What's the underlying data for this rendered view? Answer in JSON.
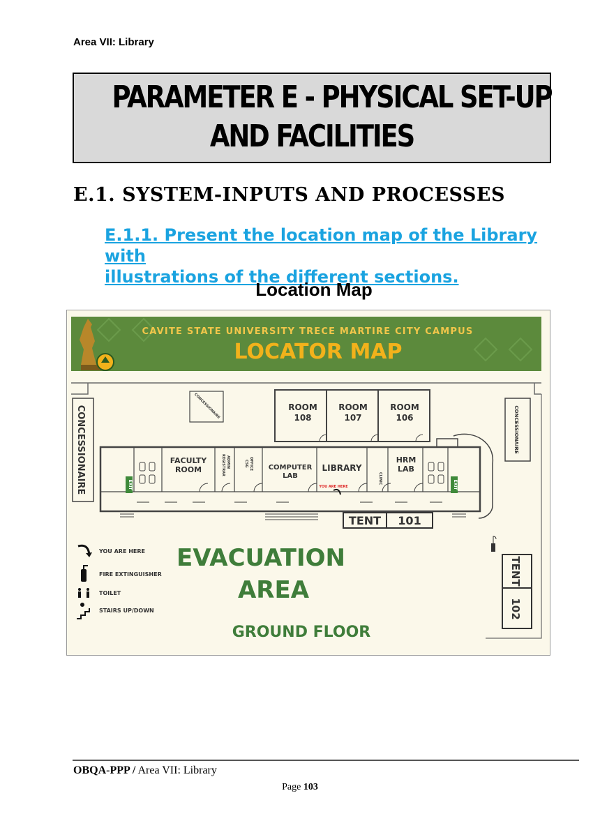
{
  "header": {
    "running_head": "Area VII: Library"
  },
  "parameter_box": {
    "line1": "PARAMETER E - PHYSICAL SET-UP",
    "line2": "AND FACILITIES"
  },
  "section": {
    "heading": "E.1. SYSTEM-INPUTS AND PROCESSES"
  },
  "subsection": {
    "line1": "E.1.1. Present the location map of the Library with",
    "line2": "illustrations of the different sections."
  },
  "map_caption": "Location Map",
  "map": {
    "campus_title": "CAVITE STATE UNIVERSITY TRECE MARTIRE CITY CAMPUS",
    "map_title": "LOCATOR MAP",
    "concessionaire": "CONCESSIONAIRE",
    "rooms": [
      {
        "line1": "ROOM",
        "line2": "108"
      },
      {
        "line1": "ROOM",
        "line2": "107"
      },
      {
        "line1": "ROOM",
        "line2": "106"
      }
    ],
    "faculty_room": {
      "line1": "FACULTY",
      "line2": "ROOM"
    },
    "registrar": {
      "line1": "REGISTRAR",
      "line2": "ADMIN"
    },
    "csg": {
      "line1": "CSG",
      "line2": "OFFICE"
    },
    "computer_lab": {
      "line1": "COMPUTER",
      "line2": "LAB"
    },
    "library": "LIBRARY",
    "you_are_here_marker": "YOU ARE HERE",
    "clinic": "CLINIC",
    "hrm_lab": {
      "line1": "HRM",
      "line2": "LAB"
    },
    "exit": "EXIT",
    "tent_101": {
      "name": "TENT",
      "number": "101"
    },
    "tent_102": {
      "name": "TENT",
      "number": "102"
    },
    "evacuation": {
      "line1": "EVACUATION",
      "line2": "AREA"
    },
    "floor": "GROUND FLOOR",
    "legend": [
      {
        "icon": "curved-arrow-icon",
        "label": "YOU ARE HERE"
      },
      {
        "icon": "fire-extinguisher-icon",
        "label": "FIRE EXTINGUISHER"
      },
      {
        "icon": "toilet-icon",
        "label": "TOILET"
      },
      {
        "icon": "stairs-icon",
        "label": "STAIRS UP/DOWN"
      }
    ],
    "colors": {
      "banner": "#5c8a3c",
      "title_gold": "#f2b21b",
      "heading_blue": "#1aa3e0",
      "evac_green": "#3f7d3a",
      "map_bg": "#f7f3df"
    }
  },
  "footer": {
    "org": "OBQA-PPP /",
    "area": "Area VII: Library",
    "page_word": "Page",
    "page_number": "103"
  }
}
